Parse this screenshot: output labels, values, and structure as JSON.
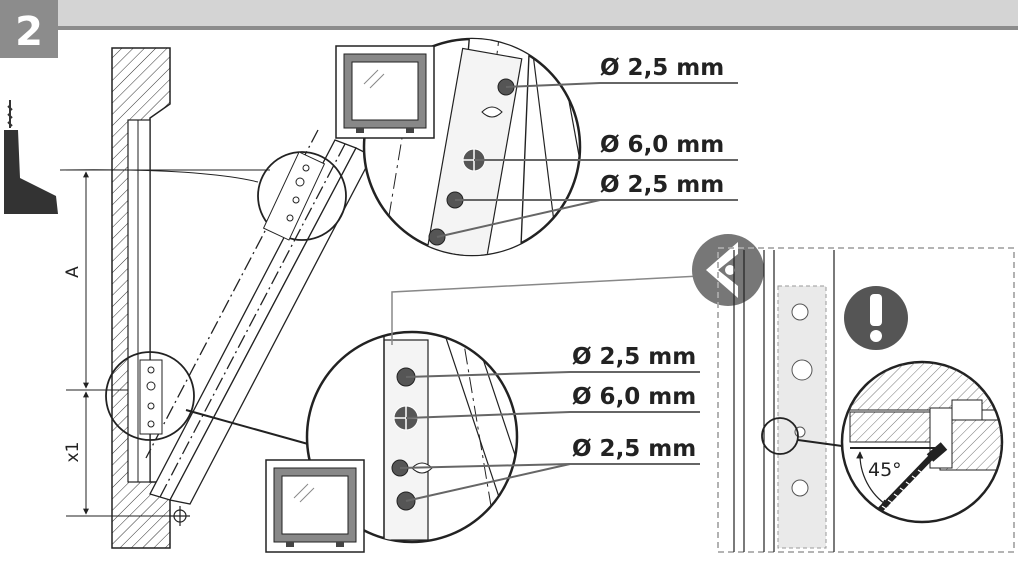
{
  "step": {
    "number": "2"
  },
  "colors": {
    "header_bar": "#d4d4d4",
    "step_badge": "#8c8c8c",
    "icon_grey": "#777777",
    "callout_dash": "#aaaaaa"
  },
  "labels": {
    "dim_A": "A",
    "dim_x1": "x1",
    "angle": "45°",
    "top_detail": [
      "Ø 2,5 mm",
      "Ø 6,0 mm",
      "Ø 2,5 mm"
    ],
    "lower_detail": [
      "Ø 2,5 mm",
      "Ø 6,0 mm",
      "Ø 2,5 mm"
    ]
  },
  "icons": [
    "drill-icon",
    "eye-view-icon",
    "warning-exclamation-icon",
    "window-frame-icon",
    "screw-icon"
  ]
}
